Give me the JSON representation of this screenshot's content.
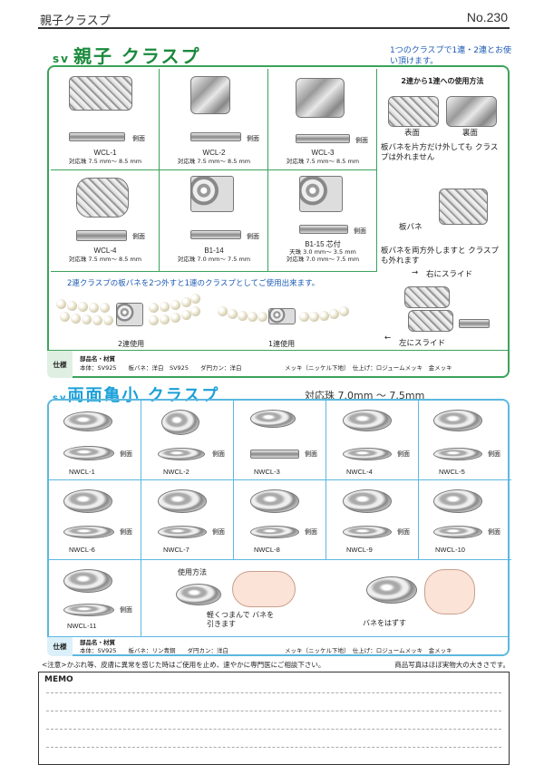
{
  "header": {
    "title": "親子クラスプ",
    "page_no": "No.230"
  },
  "section1": {
    "sv": "sv",
    "title": "親子 クラスプ",
    "note": "1つのクラスプで1連・2連とお使い頂けます。",
    "side_label": "側面",
    "items": [
      {
        "code": "WCL-1",
        "size": "対応珠 7.5 mm～ 8.5 mm"
      },
      {
        "code": "WCL-2",
        "size": "対応珠 7.5 mm～ 8.5 mm"
      },
      {
        "code": "WCL-3",
        "size": "対応珠 7.5 mm～ 8.5 mm"
      },
      {
        "code": "WCL-4",
        "size": "対応珠 7.5 mm～ 8.5 mm"
      },
      {
        "code": "B1-14",
        "size": "対応珠 7.0 mm～ 7.5 mm"
      },
      {
        "code": "B1-15 芯付",
        "size": "天珠 3.0 mm～ 3.5 mm",
        "size2": "対応珠 7.0 mm～ 7.5 mm"
      }
    ],
    "usage": {
      "title": "2連から1連への使用方法",
      "front": "表面",
      "back": "裏面",
      "text1": "板バネを片方だけ外しても クラスプは外れません",
      "spring": "板バネ",
      "text2": "板バネを両方外しますと クラスプも外れます",
      "slide_right": "右にスライド",
      "slide_left": "左にスライド"
    },
    "two_strand_note": "2連クラスプの板バネを2つ外すと1連のクラスプとしてご使用出来ます。",
    "two_use": "2連使用",
    "one_use": "1連使用",
    "spec": {
      "label": "仕様",
      "heading": "部品名・材質",
      "body": "本体：SV925　　板バネ：洋白　SV925　　ダ円カン：洋白",
      "plating": "メッキ（ニッケル下地）　仕上げ：ロジュームメッキ　金メッキ"
    }
  },
  "section2": {
    "sv": "sv",
    "title": "両面亀小 クラスプ",
    "range": "対応珠 7.0mm ～ 7.5mm",
    "side_label": "側面",
    "items": [
      "NWCL-1",
      "NWCL-2",
      "NWCL-3",
      "NWCL-4",
      "NWCL-5",
      "NWCL-6",
      "NWCL-7",
      "NWCL-8",
      "NWCL-9",
      "NWCL-10",
      "NWCL-11"
    ],
    "howto_title": "使用方法",
    "howto_text": "軽くつまんで バネを引きます",
    "howto_release": "バネをはずす",
    "spec": {
      "label": "仕様",
      "heading": "部品名・材質",
      "body": "本体：SV925　　板バネ：リン青銅　　ダ円カン：洋白",
      "plating": "メッキ（ニッケル下地）　仕上げ：ロジュームメッキ　金メッキ"
    }
  },
  "caution": "<注意>かぶれ等、皮膚に異常を感じた時はご使用を止め、速やかに専門医にご相談下さい。",
  "photo_note": "商品写真はほぼ実物大の大きさです。",
  "memo": {
    "title": "MEMO"
  }
}
